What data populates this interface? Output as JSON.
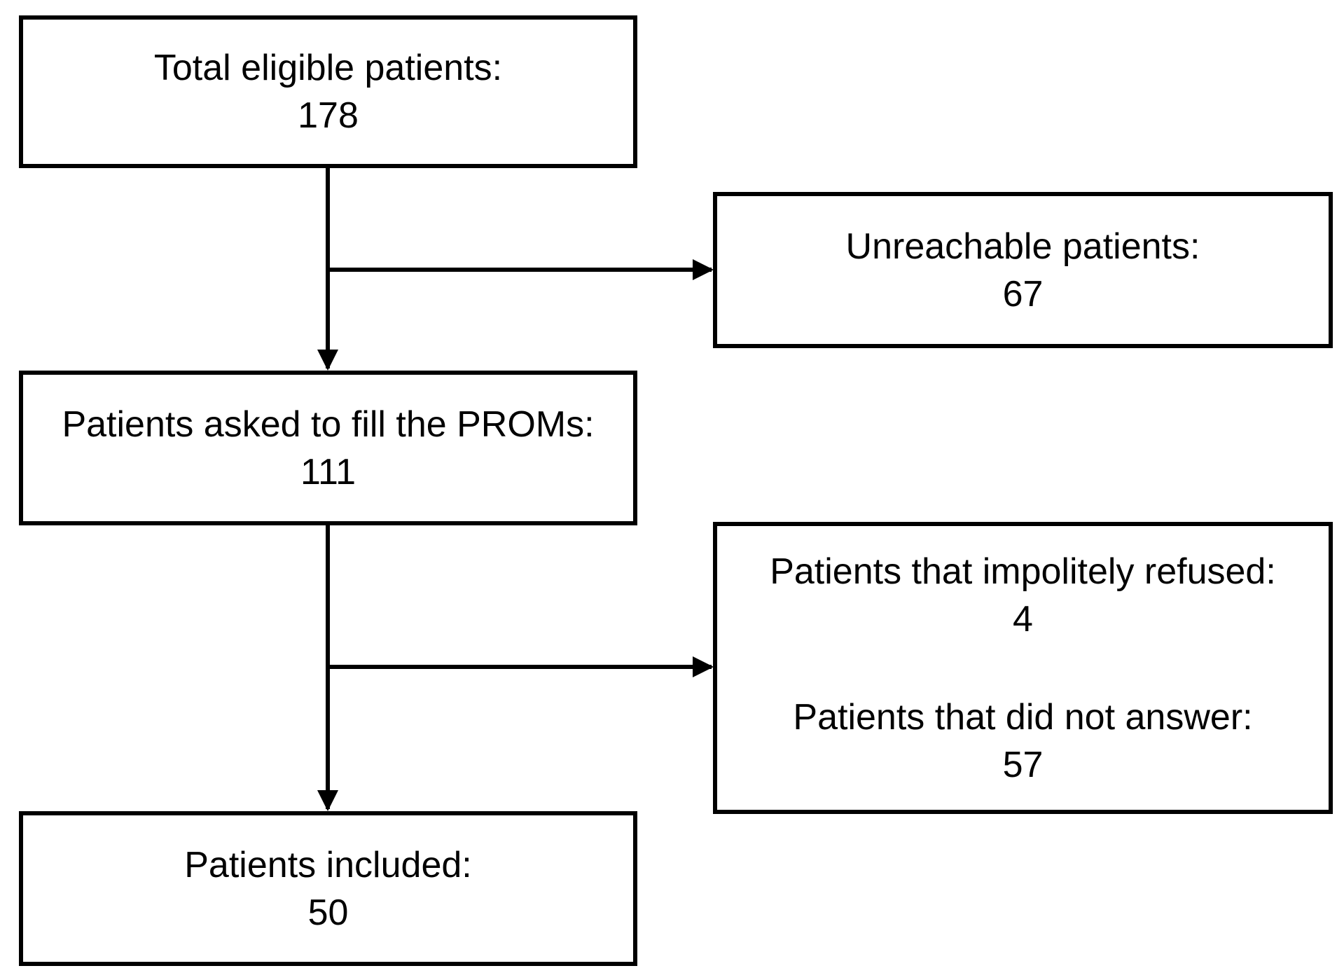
{
  "total": {
    "label": "Total eligible patients:",
    "value": "178"
  },
  "unreachable": {
    "label": "Unreachable patients:",
    "value": "67"
  },
  "asked": {
    "label": "Patients asked to fill the PROMs:",
    "value": "111"
  },
  "excluded": {
    "refused_label": "Patients that impolitely refused:",
    "refused_value": "4",
    "no_answer_label": "Patients that did not answer:",
    "no_answer_value": "57"
  },
  "included": {
    "label": "Patients included:",
    "value": "50"
  },
  "colors": {
    "stroke": "#000000",
    "background": "#ffffff"
  }
}
